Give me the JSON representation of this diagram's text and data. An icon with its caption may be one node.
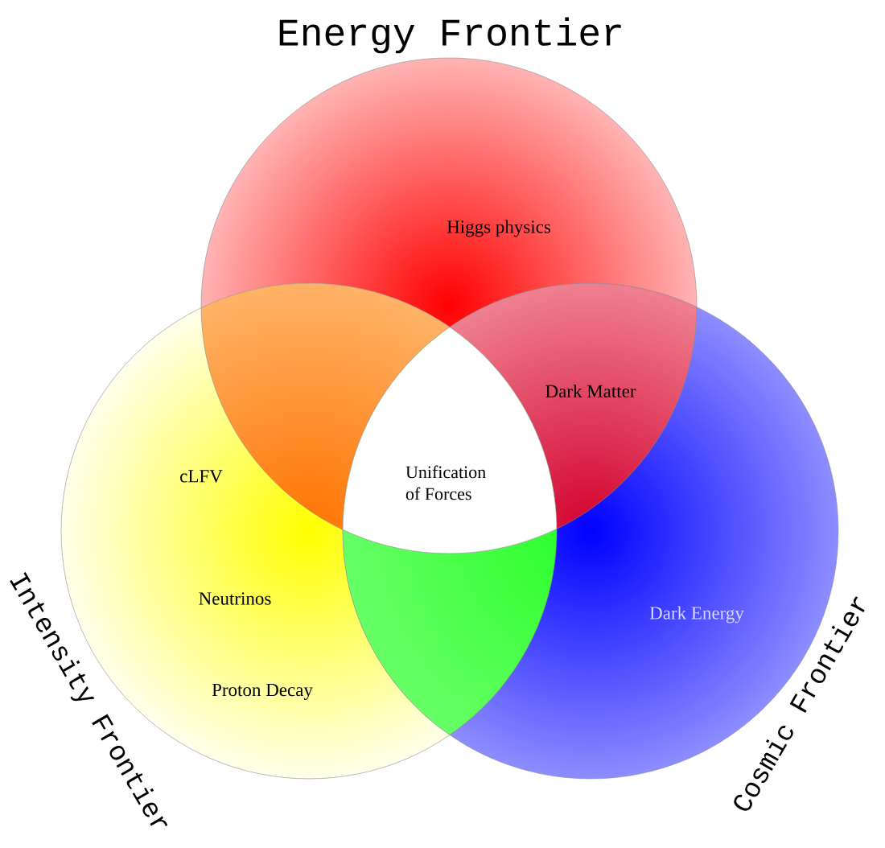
{
  "diagram": {
    "nodes": [
      {
        "text": [
          "Energy Frontier",
          "Higgs physics"
        ]
      },
      {
        "text": [
          "Intensity Frontier",
          "cLFV",
          "Neutrinos",
          "Proton Decay"
        ]
      },
      {
        "text": [
          "Cosmic Frontier",
          "Dark Energy"
        ]
      }
    ],
    "labels": [
      "Dark Matter",
      "Unification of Forces"
    ]
  }
}
